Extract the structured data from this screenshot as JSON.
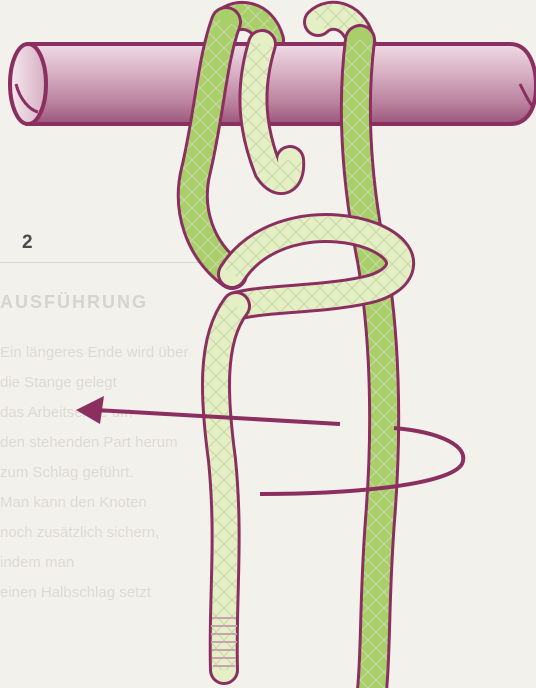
{
  "step": {
    "number": "2"
  },
  "background_text": {
    "heading": "AUSFÜHRUNG",
    "lines": [
      "Ein längeres Ende wird über",
      "die Stange gelegt",
      "das Arbeitsende um",
      "den stehenden Part herum",
      "zum Schlag geführt.",
      "Man kann den Knoten",
      "noch zusätzlich sichern,",
      "indem man",
      "einen Halbschlag setzt"
    ]
  },
  "colors": {
    "bar_main": "#c9a0b6",
    "bar_outline": "#8a2f60",
    "rope_green": "#a9cf6b",
    "rope_light": "#e4efc6",
    "rope_outline": "#8a2f60",
    "arrow": "#8a2f60"
  },
  "icons": {
    "direction_arrow": "left-arrow-with-wrap"
  }
}
